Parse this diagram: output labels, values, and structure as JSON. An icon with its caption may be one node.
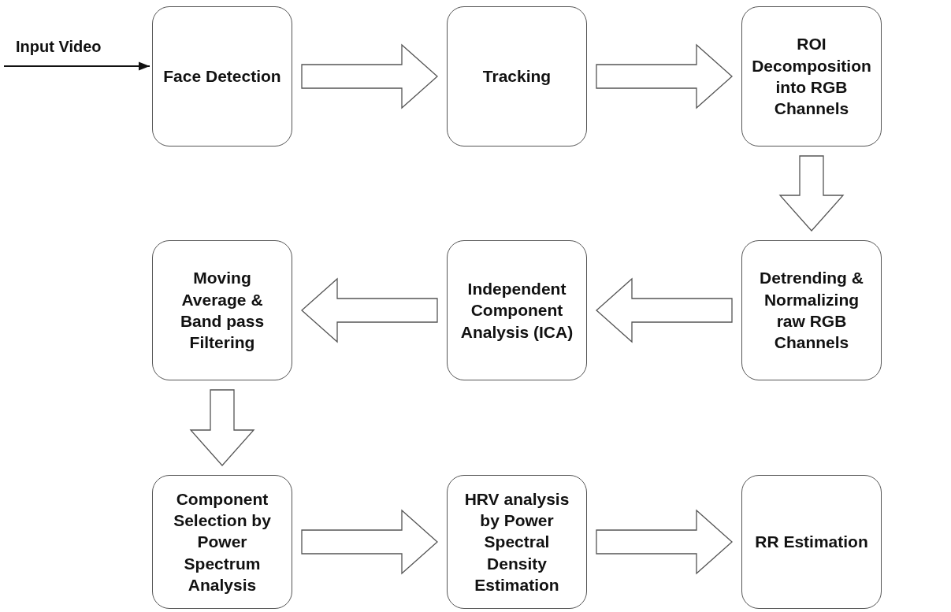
{
  "diagram": {
    "nodes": [
      {
        "text": [
          "Face Detection"
        ]
      },
      {
        "text": [
          "Tracking"
        ]
      },
      {
        "text": [
          "ROI Decomposition into RGB Channels"
        ]
      },
      {
        "text": [
          "Detrending & Normalizing raw RGB Channels"
        ]
      },
      {
        "text": [
          "Independent Component Analysis (ICA)"
        ]
      },
      {
        "text": [
          "Moving Average & Band pass Filtering"
        ]
      },
      {
        "text": [
          "Component Selection by Power Spectrum Analysis"
        ]
      },
      {
        "text": [
          "HRV analysis by Power Spectral Density Estimation"
        ]
      },
      {
        "text": [
          "RR Estimation"
        ]
      }
    ],
    "edges": [
      {
        "from": null,
        "to": 0,
        "arrow": "to",
        "label": "Input Video"
      },
      {
        "from": 0,
        "to": 1,
        "arrow": "to"
      },
      {
        "from": 1,
        "to": 2,
        "arrow": "to"
      },
      {
        "from": 2,
        "to": 3,
        "arrow": "to"
      },
      {
        "from": 3,
        "to": 4,
        "arrow": "to"
      },
      {
        "from": 4,
        "to": 5,
        "arrow": "to"
      },
      {
        "from": 5,
        "to": 6,
        "arrow": "to"
      },
      {
        "from": 6,
        "to": 7,
        "arrow": "to"
      },
      {
        "from": 7,
        "to": 8,
        "arrow": "to"
      }
    ]
  }
}
